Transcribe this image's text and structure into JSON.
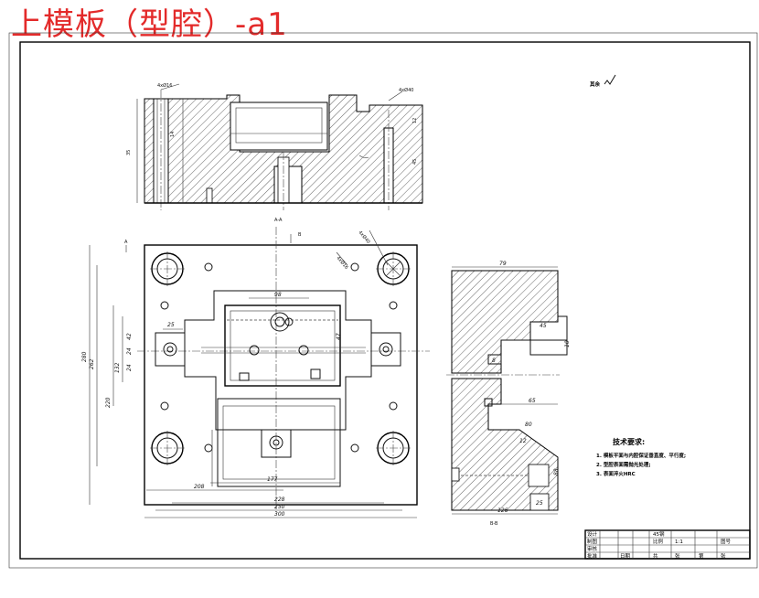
{
  "title": "上模板（型腔）-a1",
  "roughness_note": "其余",
  "sections": {
    "aa": "A-A",
    "bb": "B-B",
    "top_marker": "B",
    "left_marker": "A"
  },
  "technical_requirements": {
    "heading": "技术要求:",
    "items": [
      "1. 模板平面与内腔保证垂直度、平行度;",
      "2. 型腔表面需抛光处理;",
      "3. 表面淬火HRC"
    ]
  },
  "dimensions": {
    "plan_width_outer": "300",
    "plan_width_inner": "250",
    "plan_width_b": "228",
    "plan_width_c": "208",
    "plan_width_d": "177",
    "plan_height_outer": "280",
    "plan_height_inner": "262",
    "plan_height_b": "220",
    "plan_height_c": "132",
    "dim_a": "42",
    "dim_b": "24",
    "dim_c": "24",
    "dim_d": "35",
    "dim_e": "47",
    "dim_f": "98",
    "dim_g": "45",
    "dim_h": "88",
    "dim_i": "126",
    "dim_j": "25",
    "dim_k": "8",
    "dim_l": "25",
    "dim_m": "14",
    "dim_n": "10",
    "dim_o": "79",
    "dim_p": "12",
    "dim_q": "45",
    "dim_r": "65",
    "dim_s": "80",
    "dim_t": "12",
    "dim_u": "4xØ16",
    "dim_v": "4xØ40"
  },
  "title_block": {
    "row1": [
      "设计",
      "",
      "",
      "",
      "45钢",
      "",
      "",
      ""
    ],
    "row2": [
      "制图",
      "",
      "",
      "",
      "比例",
      "1:1",
      "",
      "图号"
    ],
    "row3": [
      "审核",
      "",
      "",
      "",
      "",
      "",
      "",
      ""
    ],
    "row4": [
      "批准",
      "",
      "",
      "日期",
      "共",
      "张",
      "第",
      "张"
    ]
  }
}
